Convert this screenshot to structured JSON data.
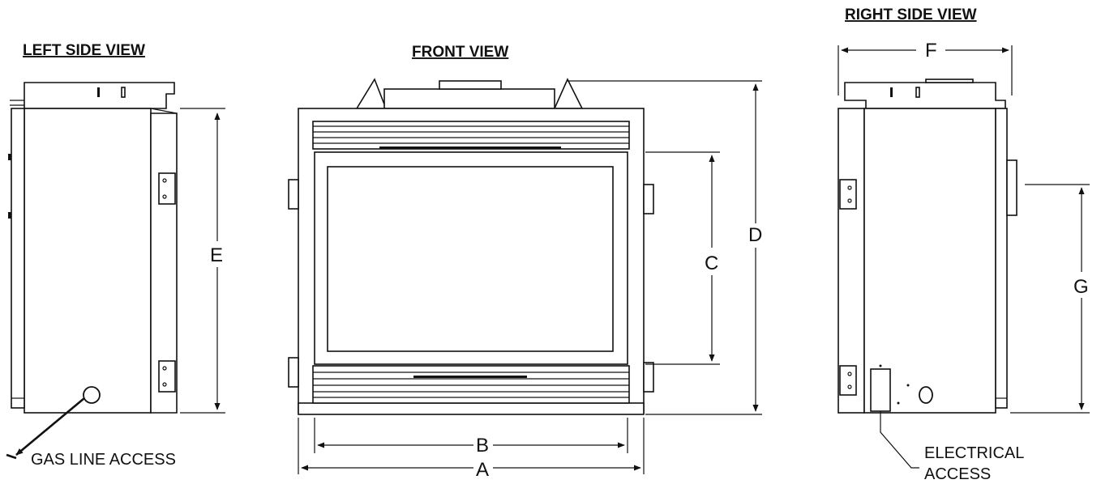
{
  "views": {
    "left": {
      "title": "LEFT SIDE VIEW"
    },
    "front": {
      "title": "FRONT VIEW"
    },
    "right": {
      "title": "RIGHT SIDE VIEW"
    }
  },
  "dimensions": {
    "A": "A",
    "B": "B",
    "C": "C",
    "D": "D",
    "E": "E",
    "F": "F",
    "G": "G"
  },
  "notes": {
    "gas_line": "GAS LINE ACCESS",
    "electrical_line1": "ELECTRICAL",
    "electrical_line2": "ACCESS"
  }
}
